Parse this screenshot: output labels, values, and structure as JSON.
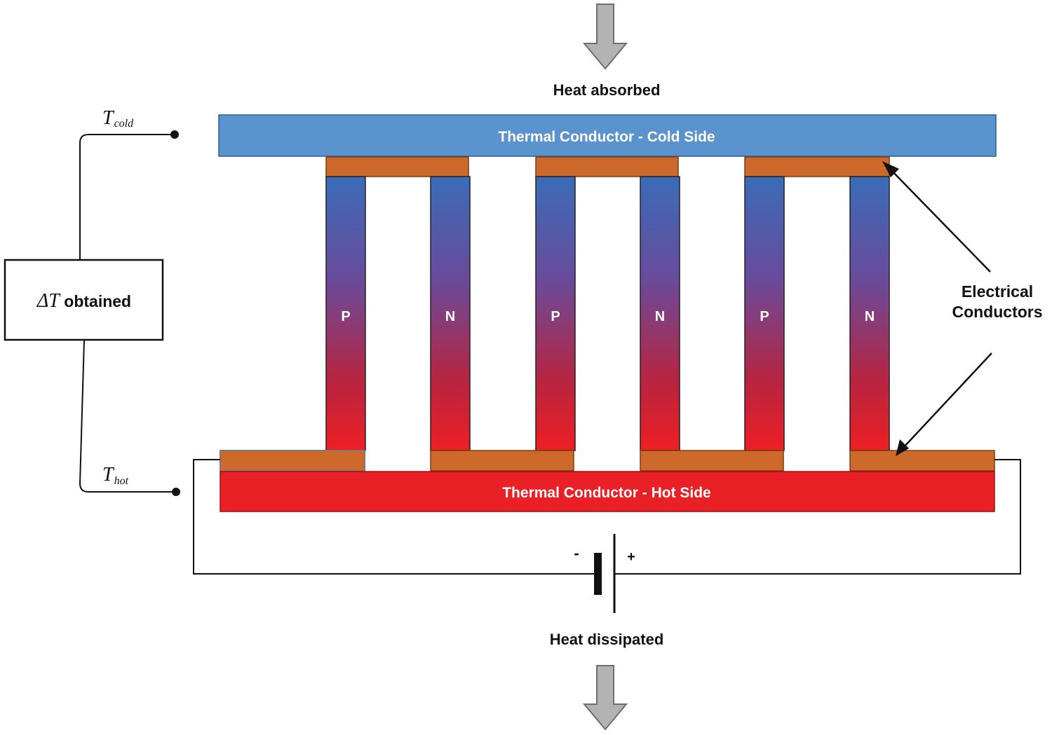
{
  "labels": {
    "heat_absorbed": "Heat absorbed",
    "heat_dissipated": "Heat dissipated",
    "cold_plate": "Thermal Conductor - Cold Side",
    "hot_plate": "Thermal Conductor - Hot Side",
    "electrical_line1": "Electrical",
    "electrical_line2": "Conductors",
    "t_cold_main": "T",
    "t_cold_sub": "cold",
    "t_hot_main": "T",
    "t_hot_sub": "hot",
    "delta_symbol": "ΔT",
    "delta_text": " obtained",
    "battery_minus": "-",
    "battery_plus": "+"
  },
  "legs": [
    "P",
    "N",
    "P",
    "N",
    "P",
    "N"
  ],
  "colors": {
    "cold_plate": "#5b93cf",
    "hot_plate": "#e92025",
    "conductor": "#cd6a2b",
    "leg_top": "#3a6cb8",
    "leg_mid": "#6a4a9a",
    "leg_bottom": "#ee1f24",
    "arrow_fill": "#b3b3b3",
    "arrow_stroke": "#6e6e6e",
    "wire": "#111111"
  }
}
